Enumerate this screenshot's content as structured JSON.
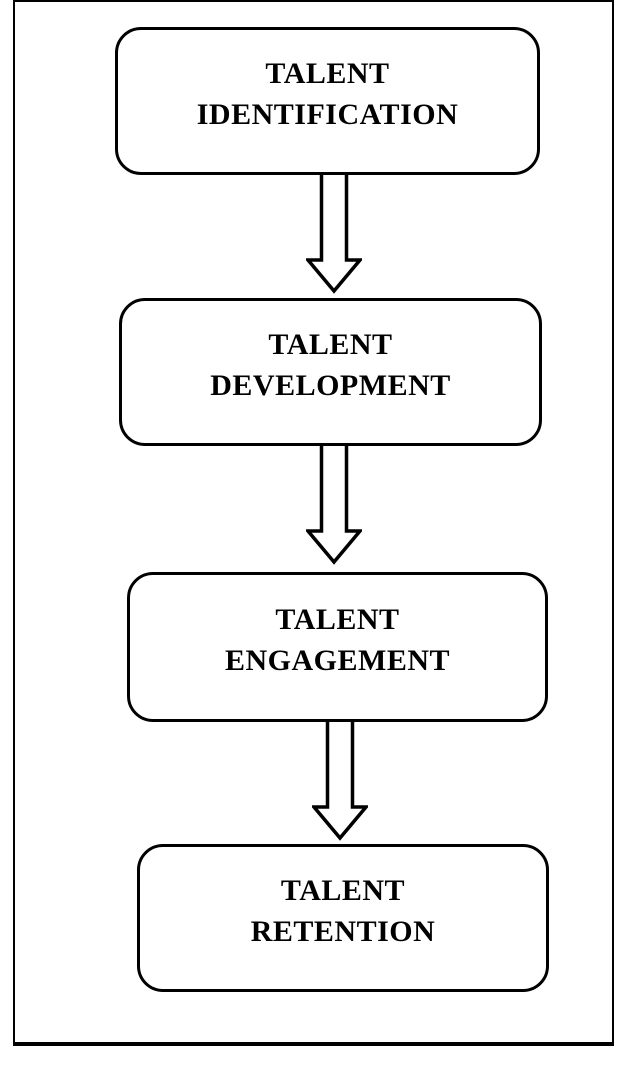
{
  "diagram": {
    "type": "flowchart",
    "direction": "top-down",
    "connector": "hollow-down-arrow",
    "colors": {
      "background": "#ffffff",
      "frame_border": "#000000",
      "box_border": "#000000",
      "box_fill": "#ffffff",
      "arrow_outline": "#000000",
      "arrow_fill": "#ffffff",
      "text": "#000000"
    },
    "steps": [
      {
        "label": "TALENT IDENTIFICATION",
        "lines": [
          "TALENT",
          "IDENTIFICATION"
        ]
      },
      {
        "label": "TALENT DEVELOPMENT",
        "lines": [
          "TALENT",
          "DEVELOPMENT"
        ]
      },
      {
        "label": "TALENT ENGAGEMENT",
        "lines": [
          "TALENT",
          "ENGAGEMENT"
        ]
      },
      {
        "label": "TALENT RETENTION",
        "lines": [
          "TALENT",
          "RETENTION"
        ]
      }
    ]
  }
}
